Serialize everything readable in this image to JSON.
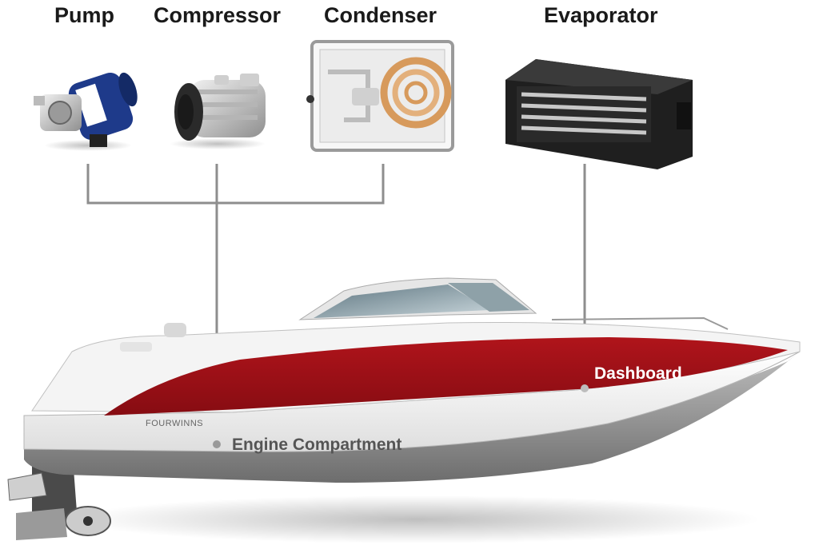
{
  "components": [
    {
      "id": "pump",
      "label": "Pump"
    },
    {
      "id": "compressor",
      "label": "Compressor"
    },
    {
      "id": "condenser",
      "label": "Condenser"
    },
    {
      "id": "evaporator",
      "label": "Evaporator"
    }
  ],
  "locations": {
    "dashboard": "Dashboard",
    "engine": "Engine Compartment"
  },
  "boat": {
    "brand": "FOURWINNS"
  },
  "colors": {
    "hull_accent": "#9c1016",
    "connector": "#8e8e8e",
    "label_text": "#1a1a1a",
    "pump_body": "#1e3a8a"
  }
}
